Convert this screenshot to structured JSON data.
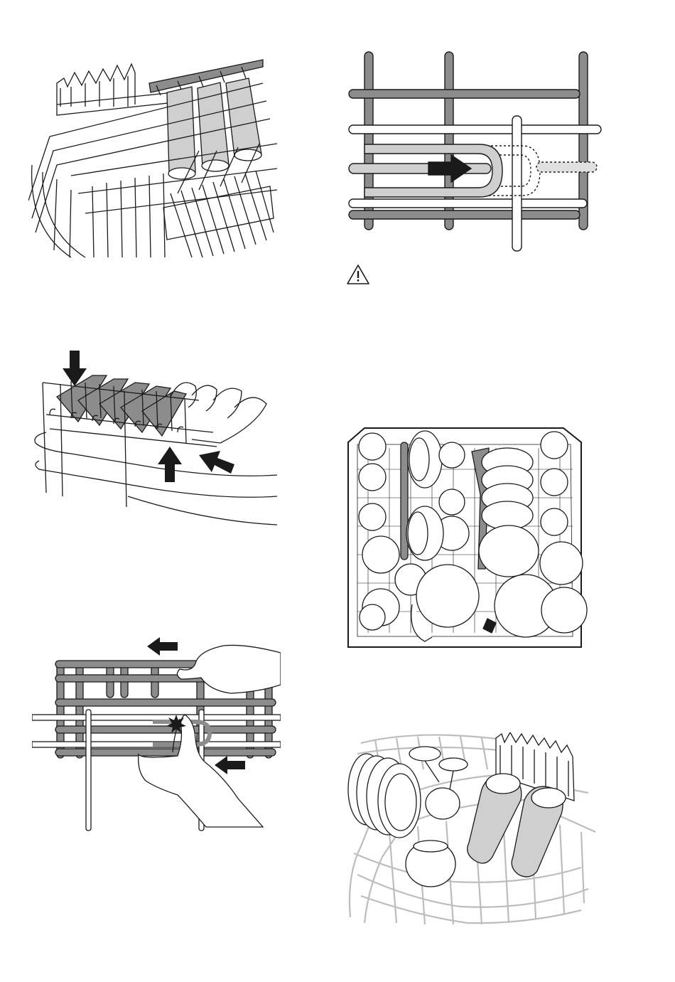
{
  "page": {
    "figures": [
      {
        "name": "glass-holder-rack",
        "icon": "wine-glass-holder-illustration"
      },
      {
        "name": "rack-adjust-slider",
        "icon": "sliding-rack-arrow-illustration"
      },
      {
        "name": "fold-rack-insert",
        "icon": "fold-down-rack-illustration"
      },
      {
        "name": "top-view-loaded-basket",
        "icon": "loaded-lower-basket-illustration"
      },
      {
        "name": "release-rack-hand",
        "icon": "hand-pressing-rack-illustration"
      },
      {
        "name": "upper-basket-loaded",
        "icon": "loaded-upper-basket-illustration"
      }
    ],
    "warning_icon": "warning-triangle-icon"
  },
  "colors": {
    "line": "#1a1a1a",
    "wire_grey": "#8c8c8c",
    "light_grey": "#cfcfcf",
    "faint_grey": "#d9d9d9"
  }
}
